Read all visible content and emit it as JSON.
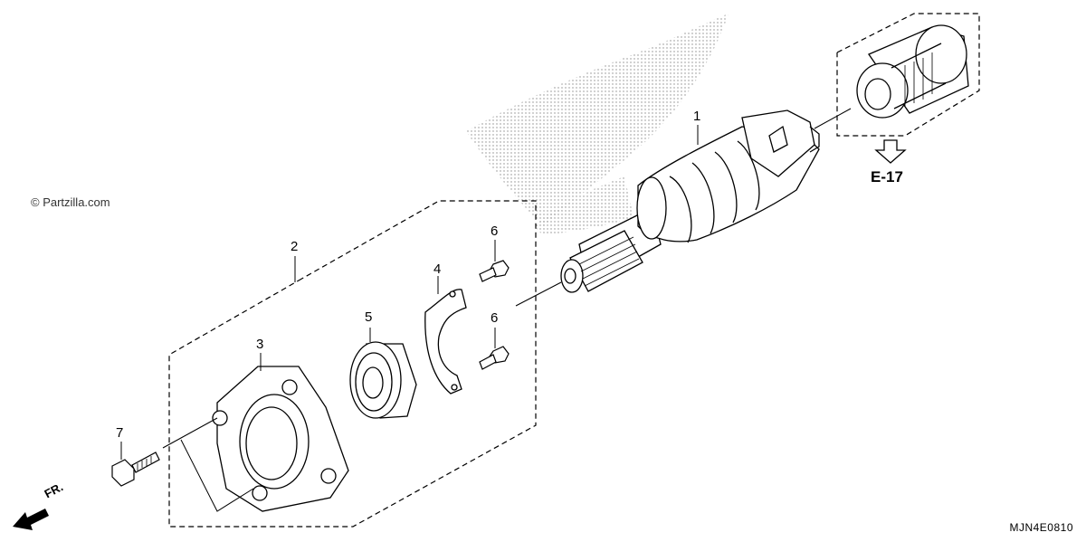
{
  "watermark": "© Partzilla.com",
  "diagram_code": "MJN4E0810",
  "reference": {
    "label": "E-17"
  },
  "front_indicator": {
    "label": "FR."
  },
  "callouts": [
    {
      "id": "c1",
      "number": "1"
    },
    {
      "id": "c2",
      "number": "2"
    },
    {
      "id": "c3",
      "number": "3"
    },
    {
      "id": "c4",
      "number": "4"
    },
    {
      "id": "c5",
      "number": "5"
    },
    {
      "id": "c6a",
      "number": "6"
    },
    {
      "id": "c6b",
      "number": "6"
    },
    {
      "id": "c7",
      "number": "7"
    }
  ]
}
